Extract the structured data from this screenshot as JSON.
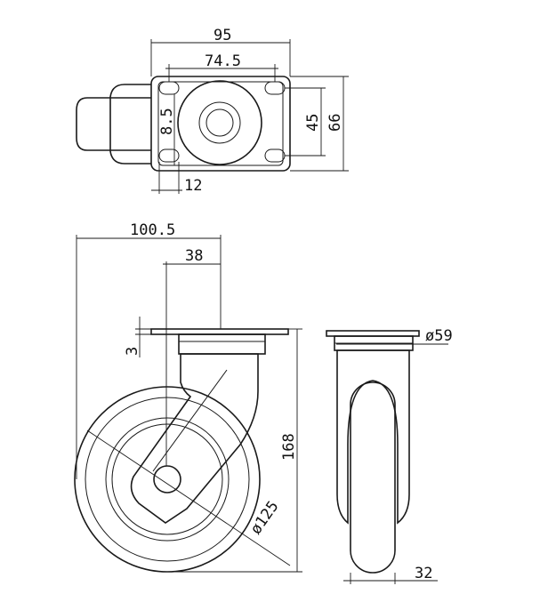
{
  "dimensions": {
    "top_width": "95",
    "top_hole_spacing_x": "74.5",
    "top_hole_spacing_y": "45",
    "top_height": "66",
    "slot_width": "8.5",
    "slot_length": "12",
    "offset_total": "100.5",
    "swivel_offset": "38",
    "plate_thickness": "3",
    "overall_height": "168",
    "wheel_diameter": "ø125",
    "wheel_width": "32",
    "king_diameter": "ø59"
  }
}
